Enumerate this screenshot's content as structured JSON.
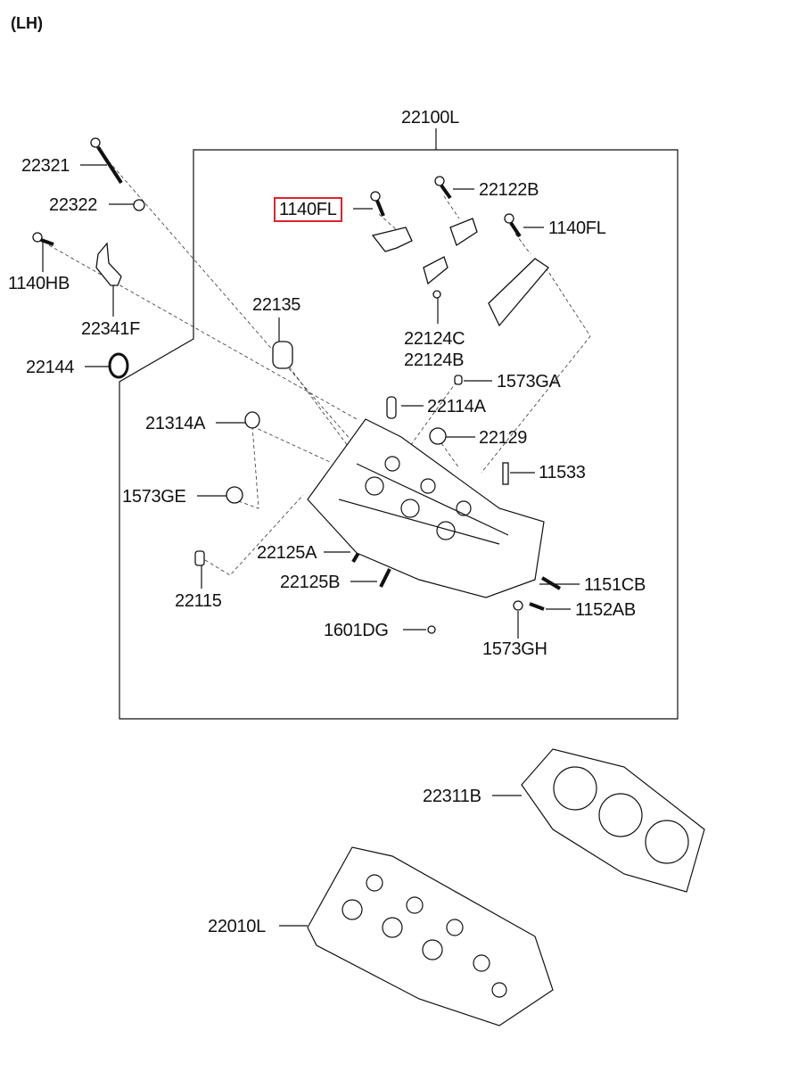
{
  "diagram": {
    "header": "(LH)",
    "highlight_color": "#d9262c",
    "assembly_label": "22100L",
    "parts": [
      {
        "id": "p22321",
        "label": "22321"
      },
      {
        "id": "p22322",
        "label": "22322"
      },
      {
        "id": "p1140HB",
        "label": "1140HB"
      },
      {
        "id": "p22341F",
        "label": "22341F"
      },
      {
        "id": "p22144",
        "label": "22144"
      },
      {
        "id": "p1140FL_a",
        "label": "1140FL",
        "highlighted": true
      },
      {
        "id": "p22122B",
        "label": "22122B"
      },
      {
        "id": "p1140FL_b",
        "label": "1140FL"
      },
      {
        "id": "p22135",
        "label": "22135"
      },
      {
        "id": "p22124C",
        "label": "22124C"
      },
      {
        "id": "p22124B",
        "label": "22124B"
      },
      {
        "id": "p1573GA",
        "label": "1573GA"
      },
      {
        "id": "p22114A",
        "label": "22114A"
      },
      {
        "id": "p21314A",
        "label": "21314A"
      },
      {
        "id": "p22129",
        "label": "22129"
      },
      {
        "id": "p11533",
        "label": "11533"
      },
      {
        "id": "p1573GE",
        "label": "1573GE"
      },
      {
        "id": "p22125A",
        "label": "22125A"
      },
      {
        "id": "p22125B",
        "label": "22125B"
      },
      {
        "id": "p1151CB",
        "label": "1151CB"
      },
      {
        "id": "p22115",
        "label": "22115"
      },
      {
        "id": "p1152AB",
        "label": "1152AB"
      },
      {
        "id": "p1601DG",
        "label": "1601DG"
      },
      {
        "id": "p1573GH",
        "label": "1573GH"
      },
      {
        "id": "p22311B",
        "label": "22311B"
      },
      {
        "id": "p22010L",
        "label": "22010L"
      }
    ]
  }
}
